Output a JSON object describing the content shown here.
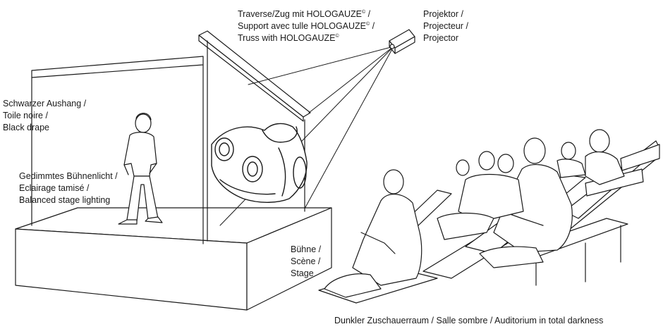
{
  "labels": {
    "truss": {
      "line1_pre": "Traverse/Zug mit HOLOGAUZE",
      "line2_pre": "Support avec tulle HOLOGAUZE",
      "line3_pre": "Truss with HOLOGAUZE",
      "mark": "©",
      "line1_post": " /",
      "line2_post": " /"
    },
    "projector": {
      "de": "Projektor /",
      "fr": "Projecteur /",
      "en": "Projector"
    },
    "drape": {
      "de": "Schwarzer Aushang /",
      "fr": "Toile noire /",
      "en": "Black drape"
    },
    "lighting": {
      "de": "Gedimmtes Bühnenlicht /",
      "fr": "Eclairage tamisé /",
      "en": "Balanced stage lighting"
    },
    "stage": {
      "de": "Bühne /",
      "fr": "Scène /",
      "en": "Stage"
    },
    "auditorium": "Dunkler Zuschauerraum / Salle sombre / Auditorium in total darkness"
  }
}
